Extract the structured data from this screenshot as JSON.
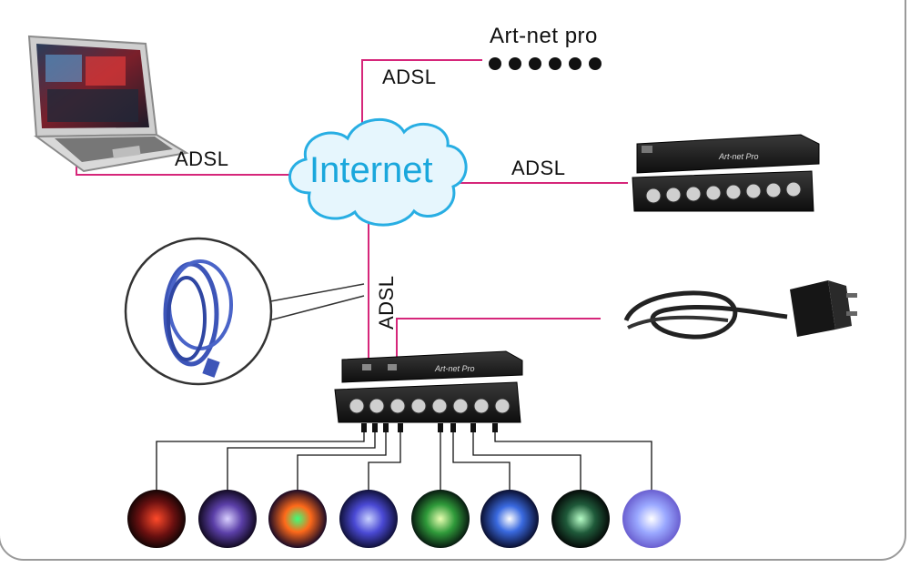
{
  "title": "Art-net pro",
  "internet_label": "Internet",
  "link_label": "ADSL",
  "device_brand": "Art-net Pro",
  "colors": {
    "link": "#d6267a",
    "cloud_fill": "#e6f6fd",
    "cloud_stroke": "#28aee3",
    "cloud_text": "#1aa7dc",
    "device": "#1b1b1b"
  },
  "icons": [
    "laptop-icon",
    "art-net-indicator-dots",
    "art-net-controller-device",
    "network-cable-icon",
    "power-adapter-icon"
  ],
  "indicator_count": 6,
  "outputs": 8
}
